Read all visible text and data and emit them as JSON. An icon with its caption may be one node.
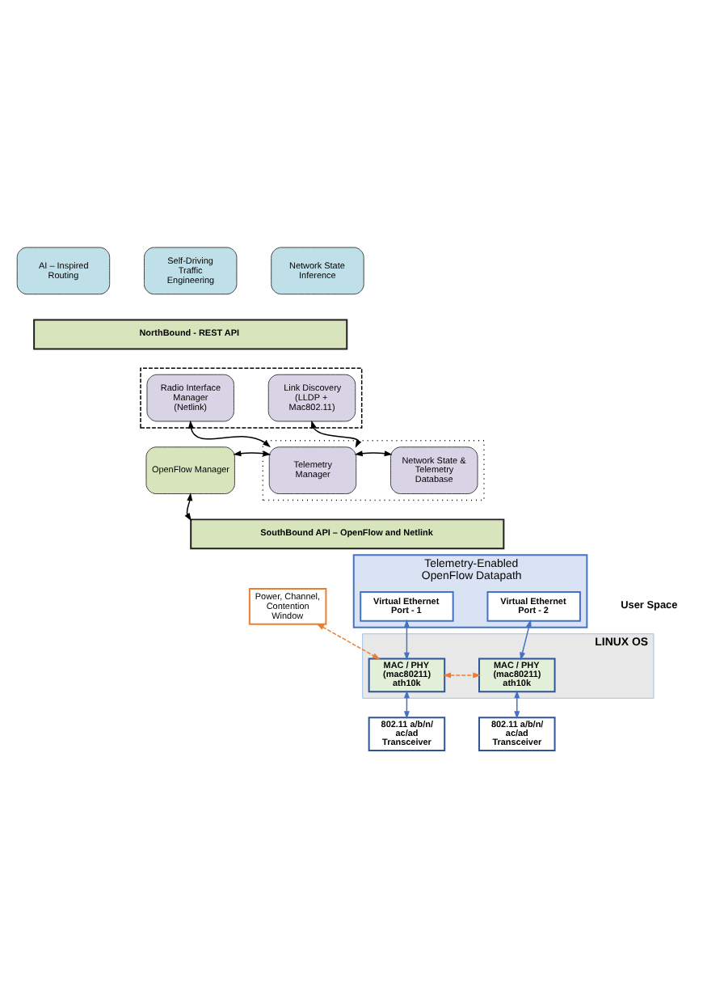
{
  "diagram": {
    "nodes": [
      {
        "text": [
          "AI – Inspired Routing"
        ]
      },
      {
        "text": [
          "Self-Driving Traffic Engineering"
        ]
      },
      {
        "text": [
          "Network State Inference"
        ]
      },
      {
        "text": [
          "NorthBound - REST API"
        ]
      },
      {
        "text": [],
        "shape": "box"
      },
      {
        "text": [
          "Radio Interface Manager (Netlink)"
        ],
        "in": 4
      },
      {
        "text": [
          "Link Discovery (LLDP + Mac802.11)"
        ],
        "in": 4
      },
      {
        "text": [
          "OpenFlow Manager"
        ]
      },
      {
        "text": [],
        "shape": "box"
      },
      {
        "text": [
          "Telemetry Manager"
        ],
        "in": 8
      },
      {
        "text": [
          "Network State & Telemetry Database"
        ],
        "in": 8
      },
      {
        "text": [
          "SouthBound API – OpenFlow and Netlink"
        ]
      },
      {
        "text": [
          "Power, Channel, Contention Window"
        ]
      },
      {
        "text": [
          "Telemetry-Enabled OpenFlow Datapath"
        ]
      },
      {
        "text": [
          "Virtual Ethernet Port - 1"
        ],
        "in": 13
      },
      {
        "text": [
          "Virtual Ethernet Port - 2"
        ],
        "in": 13
      },
      {
        "text": [
          "LINUX OS"
        ]
      },
      {
        "text": [
          "MAC / PHY (mac80211) ath10k"
        ],
        "in": 16
      },
      {
        "text": [
          "MAC / PHY (mac80211) ath10k"
        ],
        "in": 16
      },
      {
        "text": [
          "802.11 a/b/n/ ac/ad Transceiver"
        ]
      },
      {
        "text": [
          "802.11 a/b/n/ ac/ad Transceiver"
        ]
      }
    ],
    "edges": [
      {
        "from": 5,
        "to": 9,
        "arrow": "both"
      },
      {
        "from": 6,
        "to": 9,
        "arrow": "both"
      },
      {
        "from": 7,
        "to": 9,
        "arrow": "both"
      },
      {
        "from": 9,
        "to": 10,
        "arrow": "both"
      },
      {
        "from": 7,
        "to": 11,
        "arrow": "both"
      },
      {
        "from": 12,
        "to": 17,
        "arrow": "both",
        "style": "dashed",
        "color": "#ed7d31"
      },
      {
        "from": 14,
        "to": 17,
        "arrow": "both",
        "color": "#4472c4"
      },
      {
        "from": 15,
        "to": 18,
        "arrow": "both",
        "color": "#4472c4"
      },
      {
        "from": 17,
        "to": 18,
        "arrow": "both",
        "style": "dashed",
        "color": "#ed7d31"
      },
      {
        "from": 17,
        "to": 19,
        "arrow": "both",
        "color": "#4472c4"
      },
      {
        "from": 18,
        "to": 20,
        "arrow": "both",
        "color": "#4472c4"
      }
    ],
    "labels": [
      "User Space"
    ]
  }
}
